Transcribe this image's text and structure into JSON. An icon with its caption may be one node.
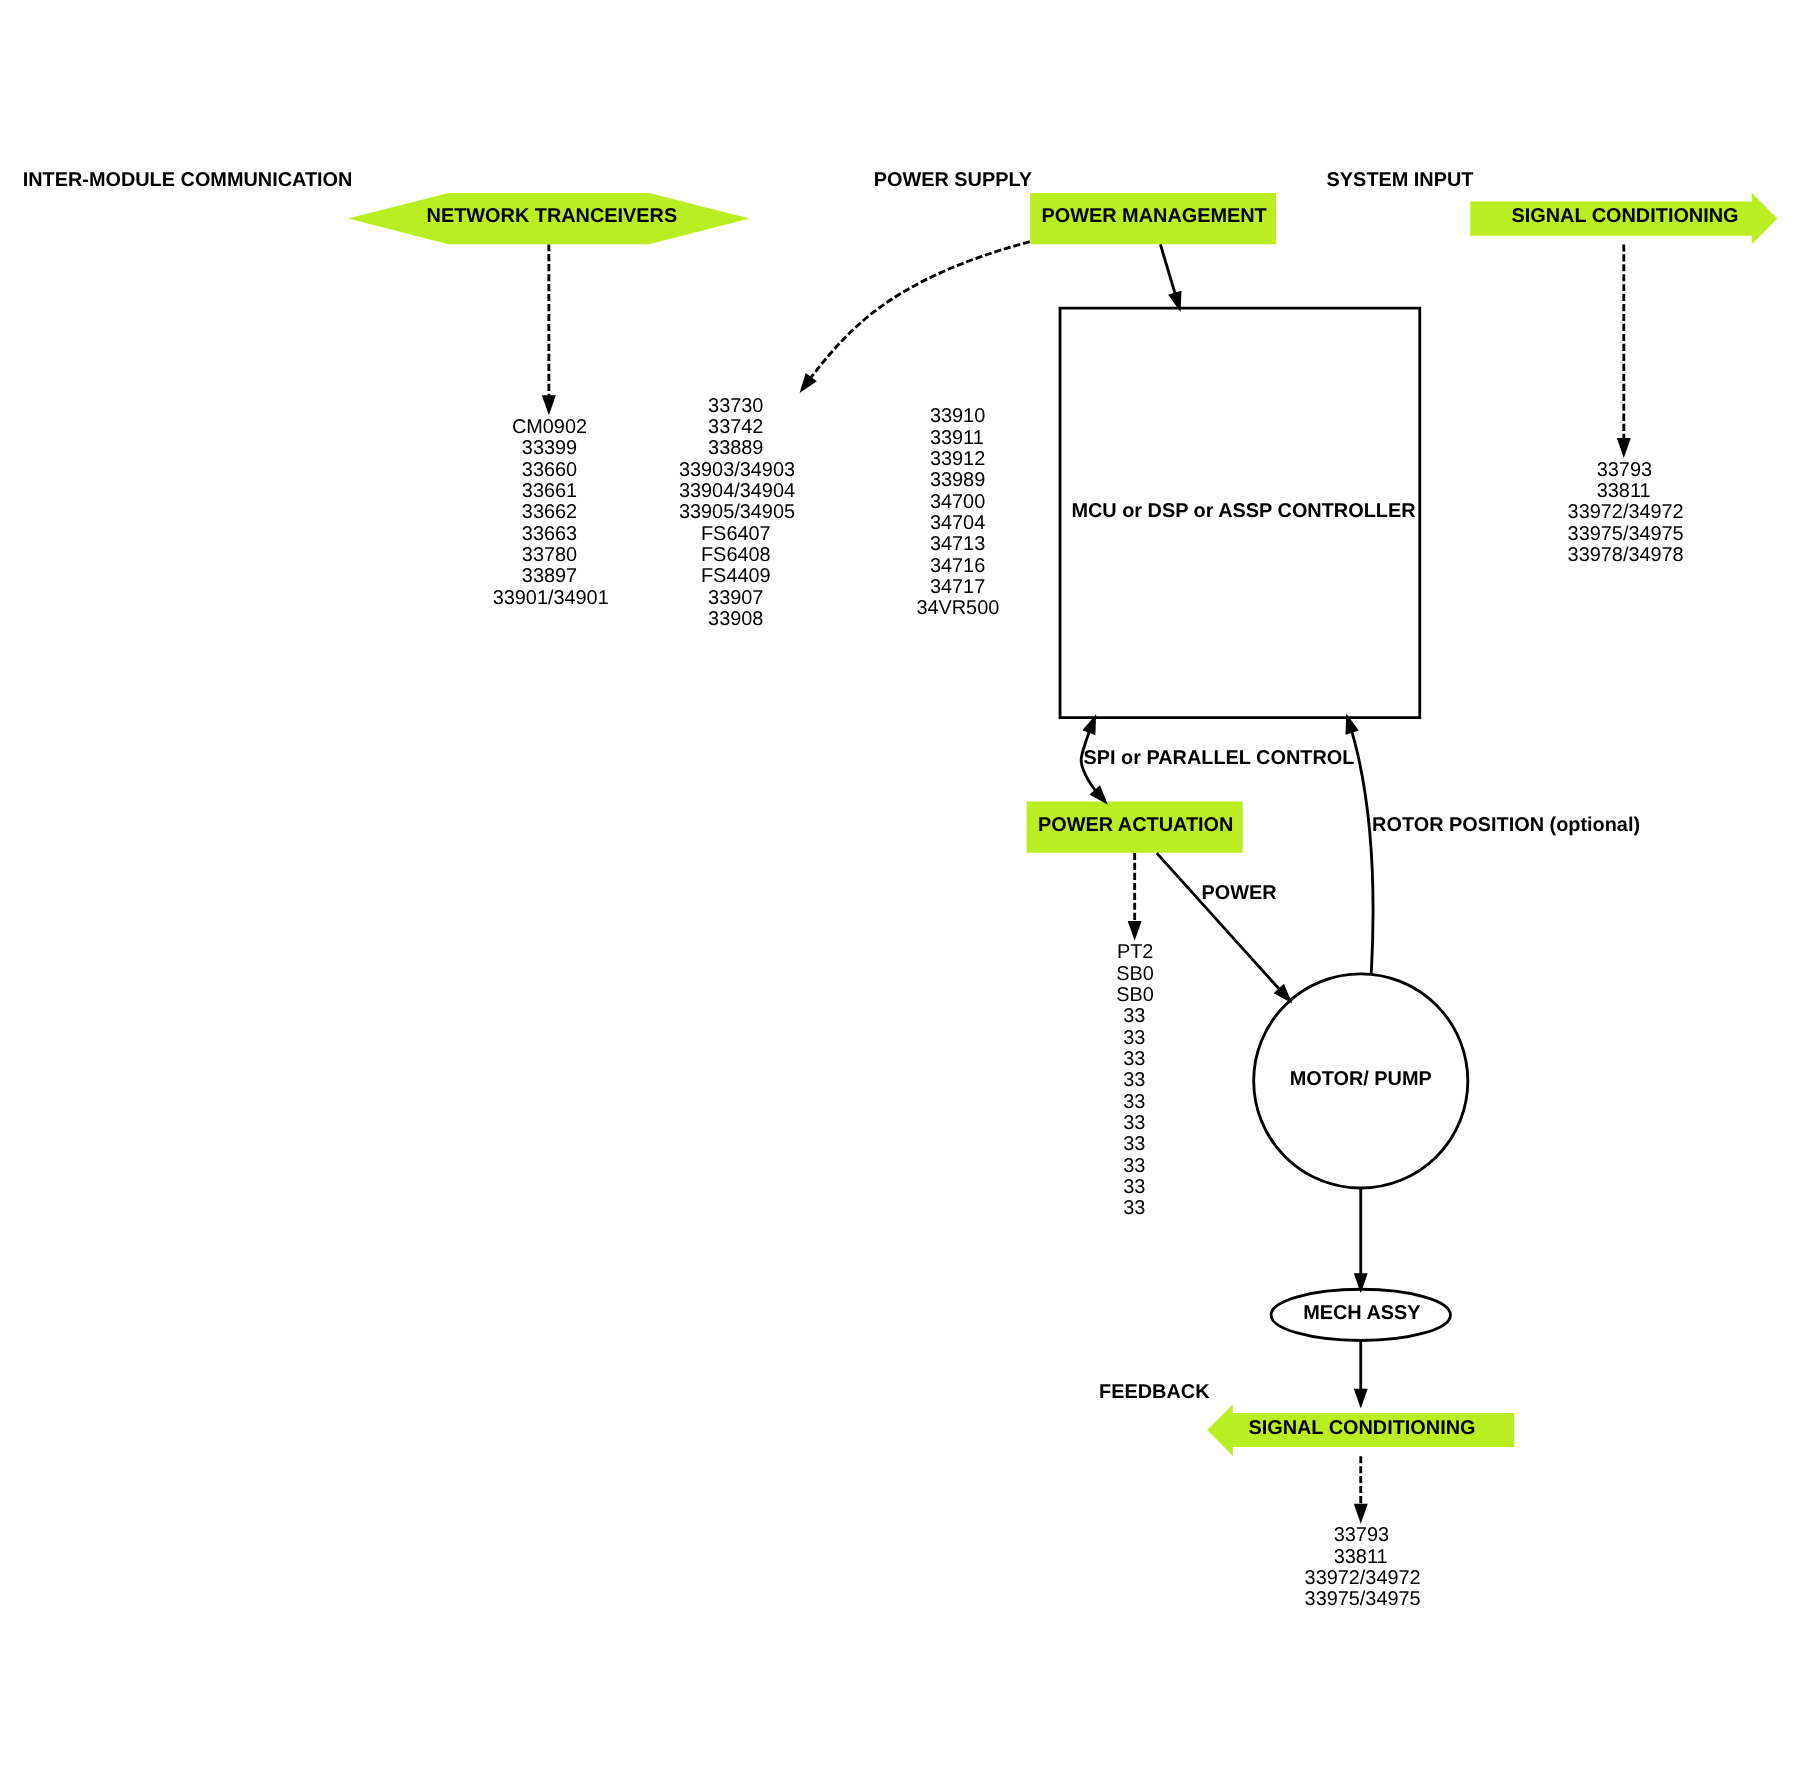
{
  "diagram": {
    "nodes": [
      {
        "text": [
          "CM0902",
          "33399",
          "33660",
          "33661",
          "33662",
          "33663",
          "33780",
          "33897",
          "33901/34901"
        ]
      },
      {
        "text": [
          "33730",
          "33742",
          "33889",
          "33903/34903",
          "33904/34904",
          "33905/34905",
          "FS6407",
          "FS6408",
          "FS4409",
          "33907",
          "33908"
        ]
      },
      {
        "text": [
          "PT2",
          "SB0",
          "SB0",
          "33",
          "33",
          "33",
          "33",
          "33",
          "33",
          "33",
          "33",
          "33",
          "33"
        ]
      },
      {
        "text": [
          "POWER MANAGEMENT"
        ],
        "beside": [
          "POWER SUPPLY"
        ]
      },
      {
        "text": [
          "NETWORK TRANCEIVERS"
        ],
        "beside": [
          "INTER-MODULE COMMUNICATION"
        ]
      },
      {
        "text": [
          "MCU or DSP or ASSP CONTROLLER"
        ]
      },
      {
        "text": [
          "POWER ACTUATION"
        ]
      },
      {
        "text": [
          "MOTOR/ PUMP"
        ]
      },
      {
        "text": [
          "SIGNAL CONDITIONING"
        ],
        "beside": [
          "SYSTEM INPUT"
        ]
      },
      {
        "text": [
          "SIGNAL CONDITIONING"
        ],
        "beside": [
          "FEEDBACK"
        ]
      },
      {
        "text": [
          "MECH ASSY"
        ]
      },
      {
        "text": [
          "33793",
          "33811",
          "33972/34972",
          "33975/34975",
          "33978/34978"
        ]
      },
      {
        "text": [
          "33793",
          "33811",
          "33972/34972",
          "33975/34975"
        ]
      }
    ],
    "edges": [
      {
        "from": 4,
        "to": 0,
        "arrow": "to",
        "style": "dashed"
      },
      {
        "from": 3,
        "to": 1,
        "arrow": "to",
        "style": "dashed"
      },
      {
        "from": 3,
        "to": 5,
        "arrow": "to"
      },
      {
        "from": 5,
        "to": 6,
        "arrow": "both",
        "label": "SPI or PARALLEL CONTROL"
      },
      {
        "from": 6,
        "to": 2,
        "arrow": "to",
        "style": "dashed"
      },
      {
        "from": 6,
        "to": 7,
        "arrow": "to",
        "label": "POWER"
      },
      {
        "from": 7,
        "to": 5,
        "arrow": "to",
        "label": "ROTOR POSITION (optional)"
      },
      {
        "from": 7,
        "to": 10,
        "arrow": "to"
      },
      {
        "from": 10,
        "to": 9,
        "arrow": "to"
      },
      {
        "from": 8,
        "to": 11,
        "arrow": "to",
        "style": "dashed"
      },
      {
        "from": 9,
        "to": 12,
        "arrow": "to",
        "style": "dashed"
      }
    ],
    "labels": [
      "33910",
      "33911",
      "33912",
      "33989",
      "34700",
      "34704",
      "34713",
      "34716",
      "34717",
      "34VR500"
    ]
  }
}
